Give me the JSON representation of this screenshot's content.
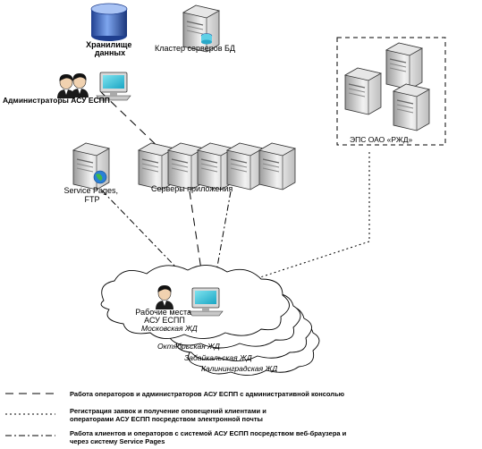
{
  "labels": {
    "storage": [
      "Хранилище",
      "данных"
    ],
    "db_cluster": "Кластер серверов БД",
    "admins": "Администраторы АСУ ЕСПП",
    "eps": "ЭПС ОАО «РЖД»",
    "service_pages": [
      "Service Pages,",
      "FTP"
    ],
    "app_servers": "Серверы приложения",
    "workplaces": [
      "Рабочие места",
      "АСУ ЕСПП"
    ],
    "railways": [
      "Московская ЖД",
      "Октябрьская ЖД",
      "Забайкальская ЖД",
      "Калининградская ЖД"
    ]
  },
  "legend": [
    {
      "style": "dash",
      "text": [
        "Работа операторов и администраторов АСУ ЕСПП с административной консолью"
      ]
    },
    {
      "style": "dot",
      "text": [
        "Регистрация заявок и получение оповещений клиентами и",
        "операторами АСУ ЕСПП посредством электронной почты"
      ]
    },
    {
      "style": "dashdot",
      "text": [
        "Работа клиентов и операторов с системой АСУ ЕСПП посредством веб-браузера и",
        "через систему Service Pages"
      ]
    }
  ]
}
